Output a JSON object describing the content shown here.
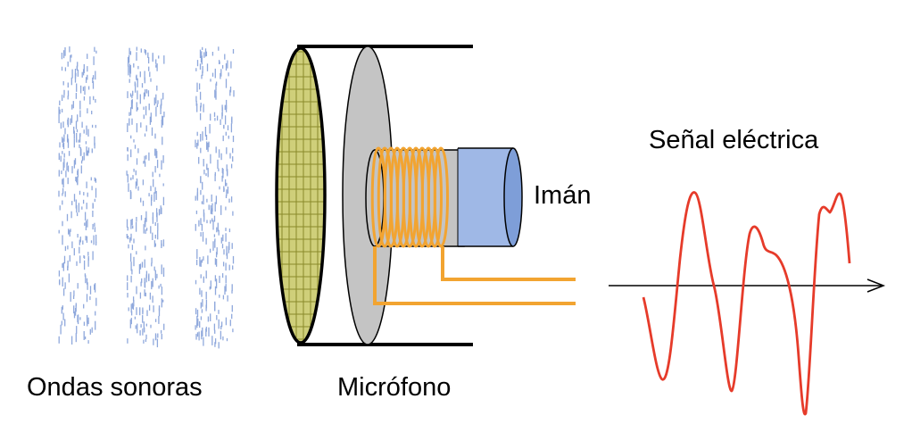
{
  "labels": {
    "sound_waves": "Ondas sonoras",
    "microphone": "Micrófono",
    "magnet": "Imán",
    "electric_signal": "Señal eléctrica"
  },
  "colors": {
    "sound_dash": "#8fa8dc",
    "diaphragm_fill": "#cfcf7a",
    "diaphragm_grid": "#8a8a2a",
    "housing_disc": "#c4c4c4",
    "coil_wire": "#f2a431",
    "magnet_fill": "#9fb8e6",
    "signal_line": "#e63b2a",
    "axis_line": "#000000"
  },
  "icons": {
    "axis_end": "arrow-right-icon"
  }
}
